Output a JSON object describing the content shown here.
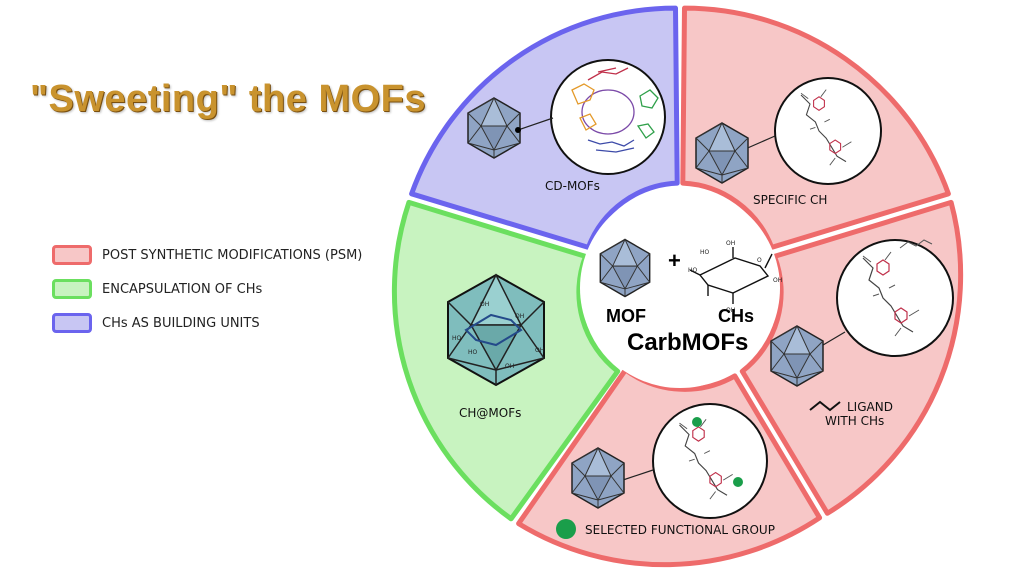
{
  "title": "\"Sweeting\" the MOFs",
  "legend": [
    {
      "label": "POST SYNTHETIC MODIFICATIONS (PSM)",
      "fill": "#f7c7c7",
      "stroke": "#ee6b6b"
    },
    {
      "label": "ENCAPSULATION OF CHs",
      "fill": "#c8f3c0",
      "stroke": "#6bdf5f"
    },
    {
      "label": "CHs AS BUILDING UNITS",
      "fill": "#c8c6f3",
      "stroke": "#6b64ee"
    }
  ],
  "segments": {
    "cd_mofs": "CD-MOFs",
    "specific_ch": "SPECIFIC CH",
    "ligand_line1": "LIGAND",
    "ligand_line2": "WITH CHs",
    "selected_group": "SELECTED FUNCTIONAL GROUP",
    "ch_at_mofs": "CH@MOFs"
  },
  "center": {
    "plus": "+",
    "mof": "MOF",
    "chs": "CHs",
    "name": "CarbMOFs"
  },
  "oh_labels": [
    "OH",
    "OH",
    "HO",
    "HO",
    "OH",
    "OH"
  ],
  "sugar_labels": [
    "OH",
    "O",
    "HO",
    "HO",
    "OH",
    "OH"
  ],
  "colors": {
    "psm_fill": "#f7c7c7",
    "psm_stroke": "#ee6b6b",
    "enc_fill": "#c8f3c0",
    "enc_stroke": "#6bdf5f",
    "build_fill": "#c8c6f3",
    "build_stroke": "#6b64ee",
    "title": "#c9932e",
    "functional_group": "#1a9e4a"
  }
}
